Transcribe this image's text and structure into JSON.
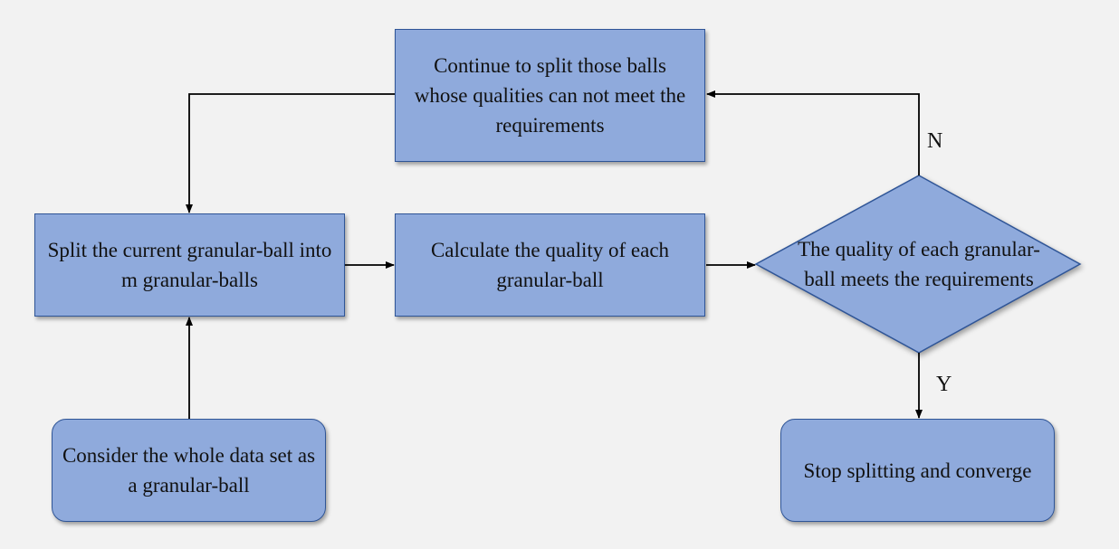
{
  "nodes": {
    "continue_split": "Continue to split those balls whose qualities can not meet the requirements",
    "split_current": "Split the current granular-ball into m granular-balls",
    "calculate_quality": "Calculate the quality of each granular-ball",
    "decision": "The quality of each granular-ball meets the requirements",
    "consider_whole": "Consider the whole data set as a granular-ball",
    "stop_splitting": "Stop splitting and converge"
  },
  "edge_labels": {
    "no": "N",
    "yes": "Y"
  },
  "colors": {
    "box_fill": "#8faadc",
    "box_border": "#2f5597",
    "arrow": "#000000",
    "background": "#f2f2f2"
  }
}
